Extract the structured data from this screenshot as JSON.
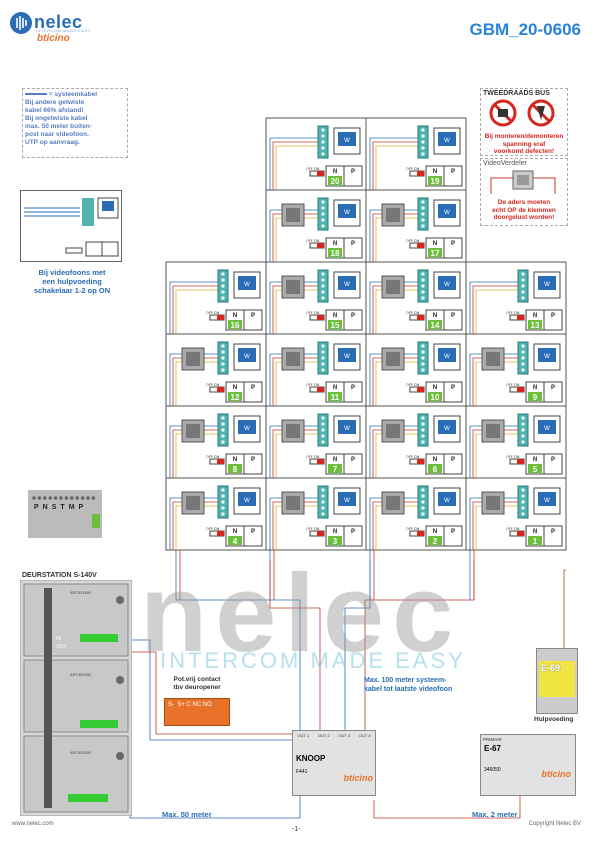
{
  "brand": {
    "name": "nelec",
    "sub": "INTERCOM MADE EASY",
    "partner": "bticino"
  },
  "doc_id": "GBM_20-0606",
  "system_note": {
    "legend": "= systeemkabel",
    "lines": [
      "Bij andere getwiste",
      "kabel 66% afstand!",
      "Bij ongetwiste kabel",
      "max. 50 meter buiten-",
      "post naar videofoon.",
      "UTP op aanvraag."
    ]
  },
  "warning_box": {
    "title": "TWEEDRAADS BUS",
    "lines": [
      "Bij monteren/demonteren",
      "spanning eraf",
      "voorkomt defecten!"
    ]
  },
  "video_box": {
    "title": "VideoVerdeler",
    "lines": [
      "De aders moeten",
      "echt OP de klemmen",
      "doorgelust worden!"
    ]
  },
  "aux_note": {
    "lines": [
      "Bij videofoons met",
      "een hulpvoeding",
      "schakelaar 1-2 op ON"
    ]
  },
  "station": {
    "title": "DEURSTATION S-140V",
    "terminals": [
      "P",
      "N",
      "S",
      "T",
      "M",
      "P"
    ],
    "modules": [
      "ART331500",
      "ART352000",
      "ART332000"
    ],
    "in_label": "IN",
    "out_label": "OUT"
  },
  "relay_note": {
    "lines": [
      "Pot.vrij contact",
      "tbv deuropener"
    ],
    "terminals": "S-  S+ C NC NO"
  },
  "knoop": {
    "title": "KNOOP",
    "code": "F441",
    "brand": "bticino",
    "outs": [
      "OUT 1",
      "OUT 2",
      "OUT 3",
      "OUT 4"
    ]
  },
  "e67": {
    "title": "E-67",
    "code": "346050",
    "brand": "bticino",
    "label": "PRIMAIR"
  },
  "e69": {
    "title": "E-69",
    "caption": "Hulpvoeding"
  },
  "max100": [
    "Max. 100 meter systeem-",
    "kabel tot laatste videofoon"
  ],
  "max50": "Max. 50 meter",
  "max2": "Max. 2 meter",
  "watermark": {
    "main": "nelec",
    "sub": "INTERCOM MADE EASY"
  },
  "unit_labels": {
    "n": "N",
    "p": "P",
    "monitor": "W",
    "offon": "OFF ON"
  },
  "units": [
    20,
    19,
    18,
    17,
    16,
    15,
    14,
    13,
    12,
    11,
    10,
    9,
    8,
    7,
    6,
    5,
    4,
    3,
    2,
    1
  ],
  "footer": {
    "left": "www.nelec.com",
    "right": "Copyright Nelec BV",
    "page": "-1-"
  }
}
